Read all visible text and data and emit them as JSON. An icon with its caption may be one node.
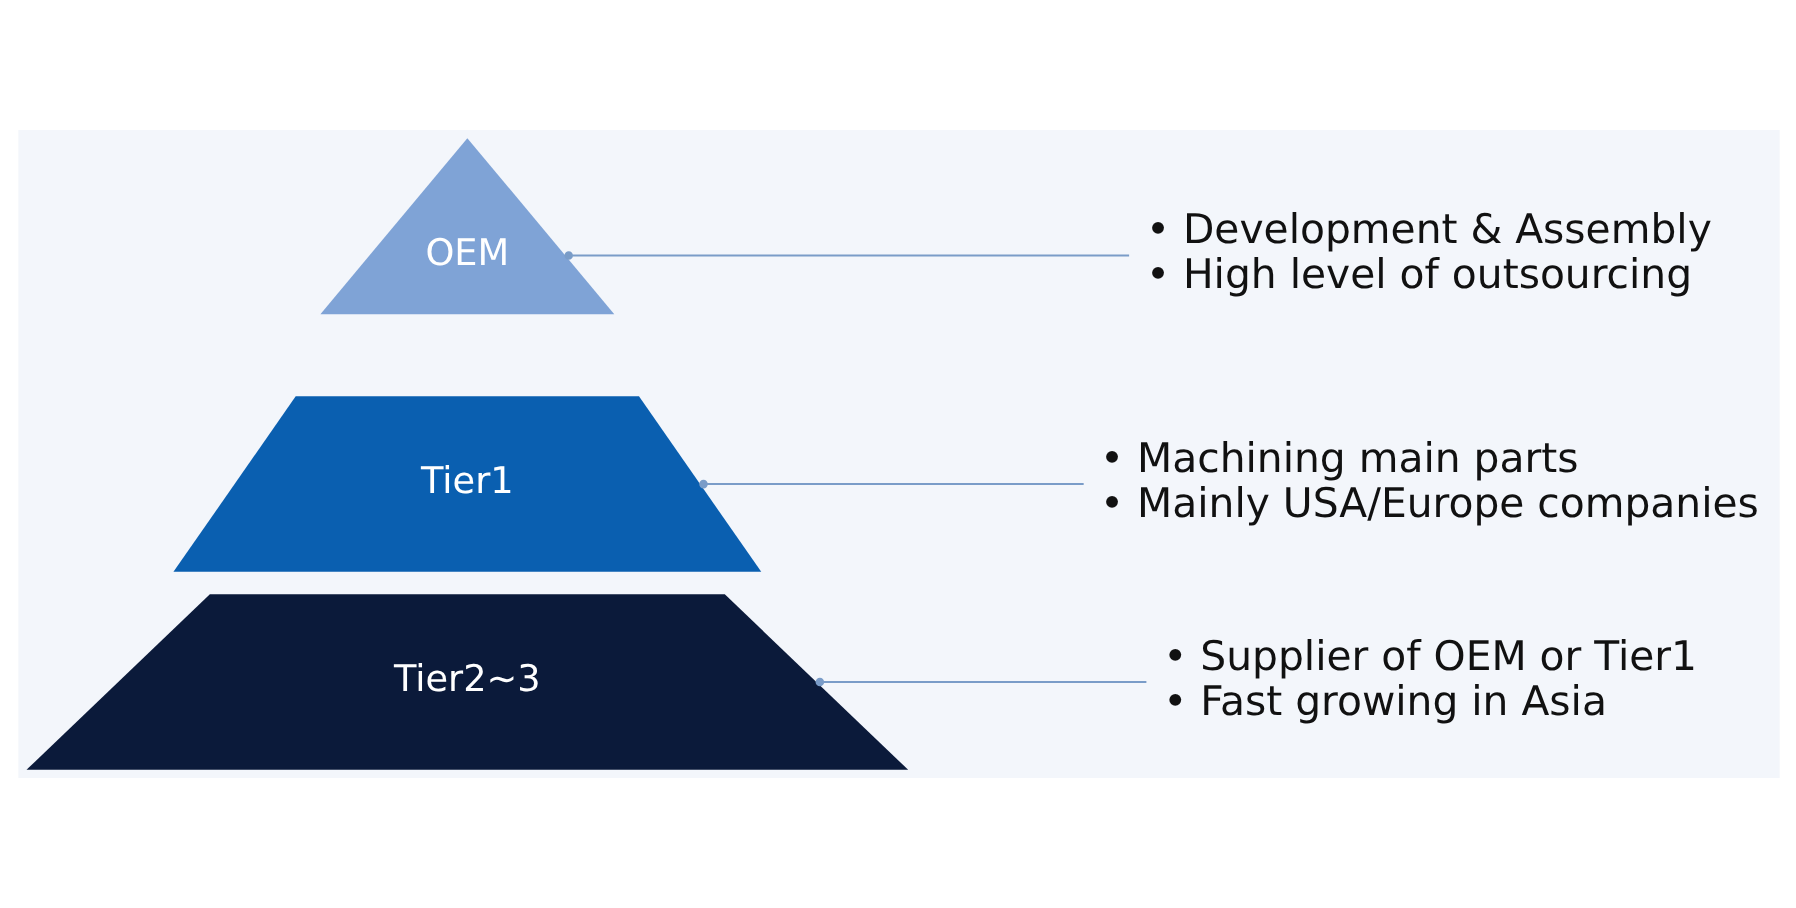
{
  "diagram": {
    "nodes": [
      {
        "text": [
          "OEM"
        ]
      },
      {
        "text": [
          "Tier1"
        ]
      },
      {
        "text": [
          "Tier2~3"
        ]
      },
      {
        "text": [
          "• Development & Assembly",
          "• High level of outsourcing"
        ]
      },
      {
        "text": [
          "• Machining main parts",
          "• Mainly USA/Europe companies"
        ]
      },
      {
        "text": [
          "• Supplier of OEM or Tier1",
          "• Fast growing in Asia"
        ]
      }
    ],
    "edges": [
      {
        "from": 0,
        "to": 3,
        "arrow": "other"
      },
      {
        "from": 1,
        "to": 4,
        "arrow": "other"
      },
      {
        "from": 2,
        "to": 5,
        "arrow": "other"
      }
    ]
  }
}
